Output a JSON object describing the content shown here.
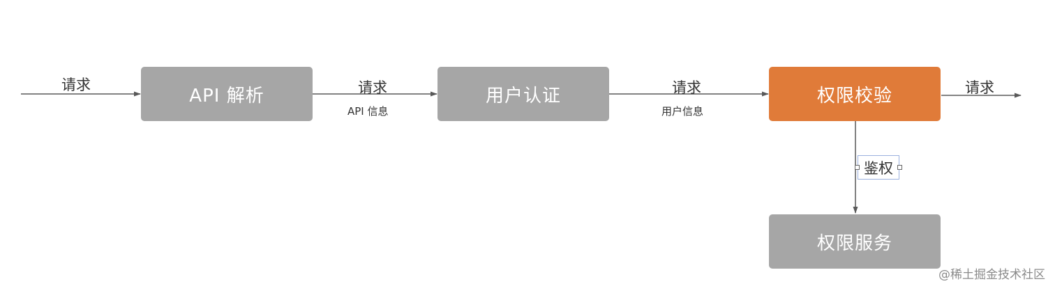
{
  "nodes": {
    "api_parse": "API 解析",
    "user_auth": "用户认证",
    "permission_check": "权限校验",
    "permission_service": "权限服务"
  },
  "edges": {
    "in_label": "请求",
    "e1_label": "请求",
    "e1_sublabel": "API 信息",
    "e2_label": "请求",
    "e2_sublabel": "用户信息",
    "out_label": "请求",
    "down_label": "鉴权"
  },
  "watermark": "@稀土掘金技术社区",
  "colors": {
    "node_grey": "#a6a6a6",
    "node_accent": "#e07b39",
    "line": "#595959"
  }
}
